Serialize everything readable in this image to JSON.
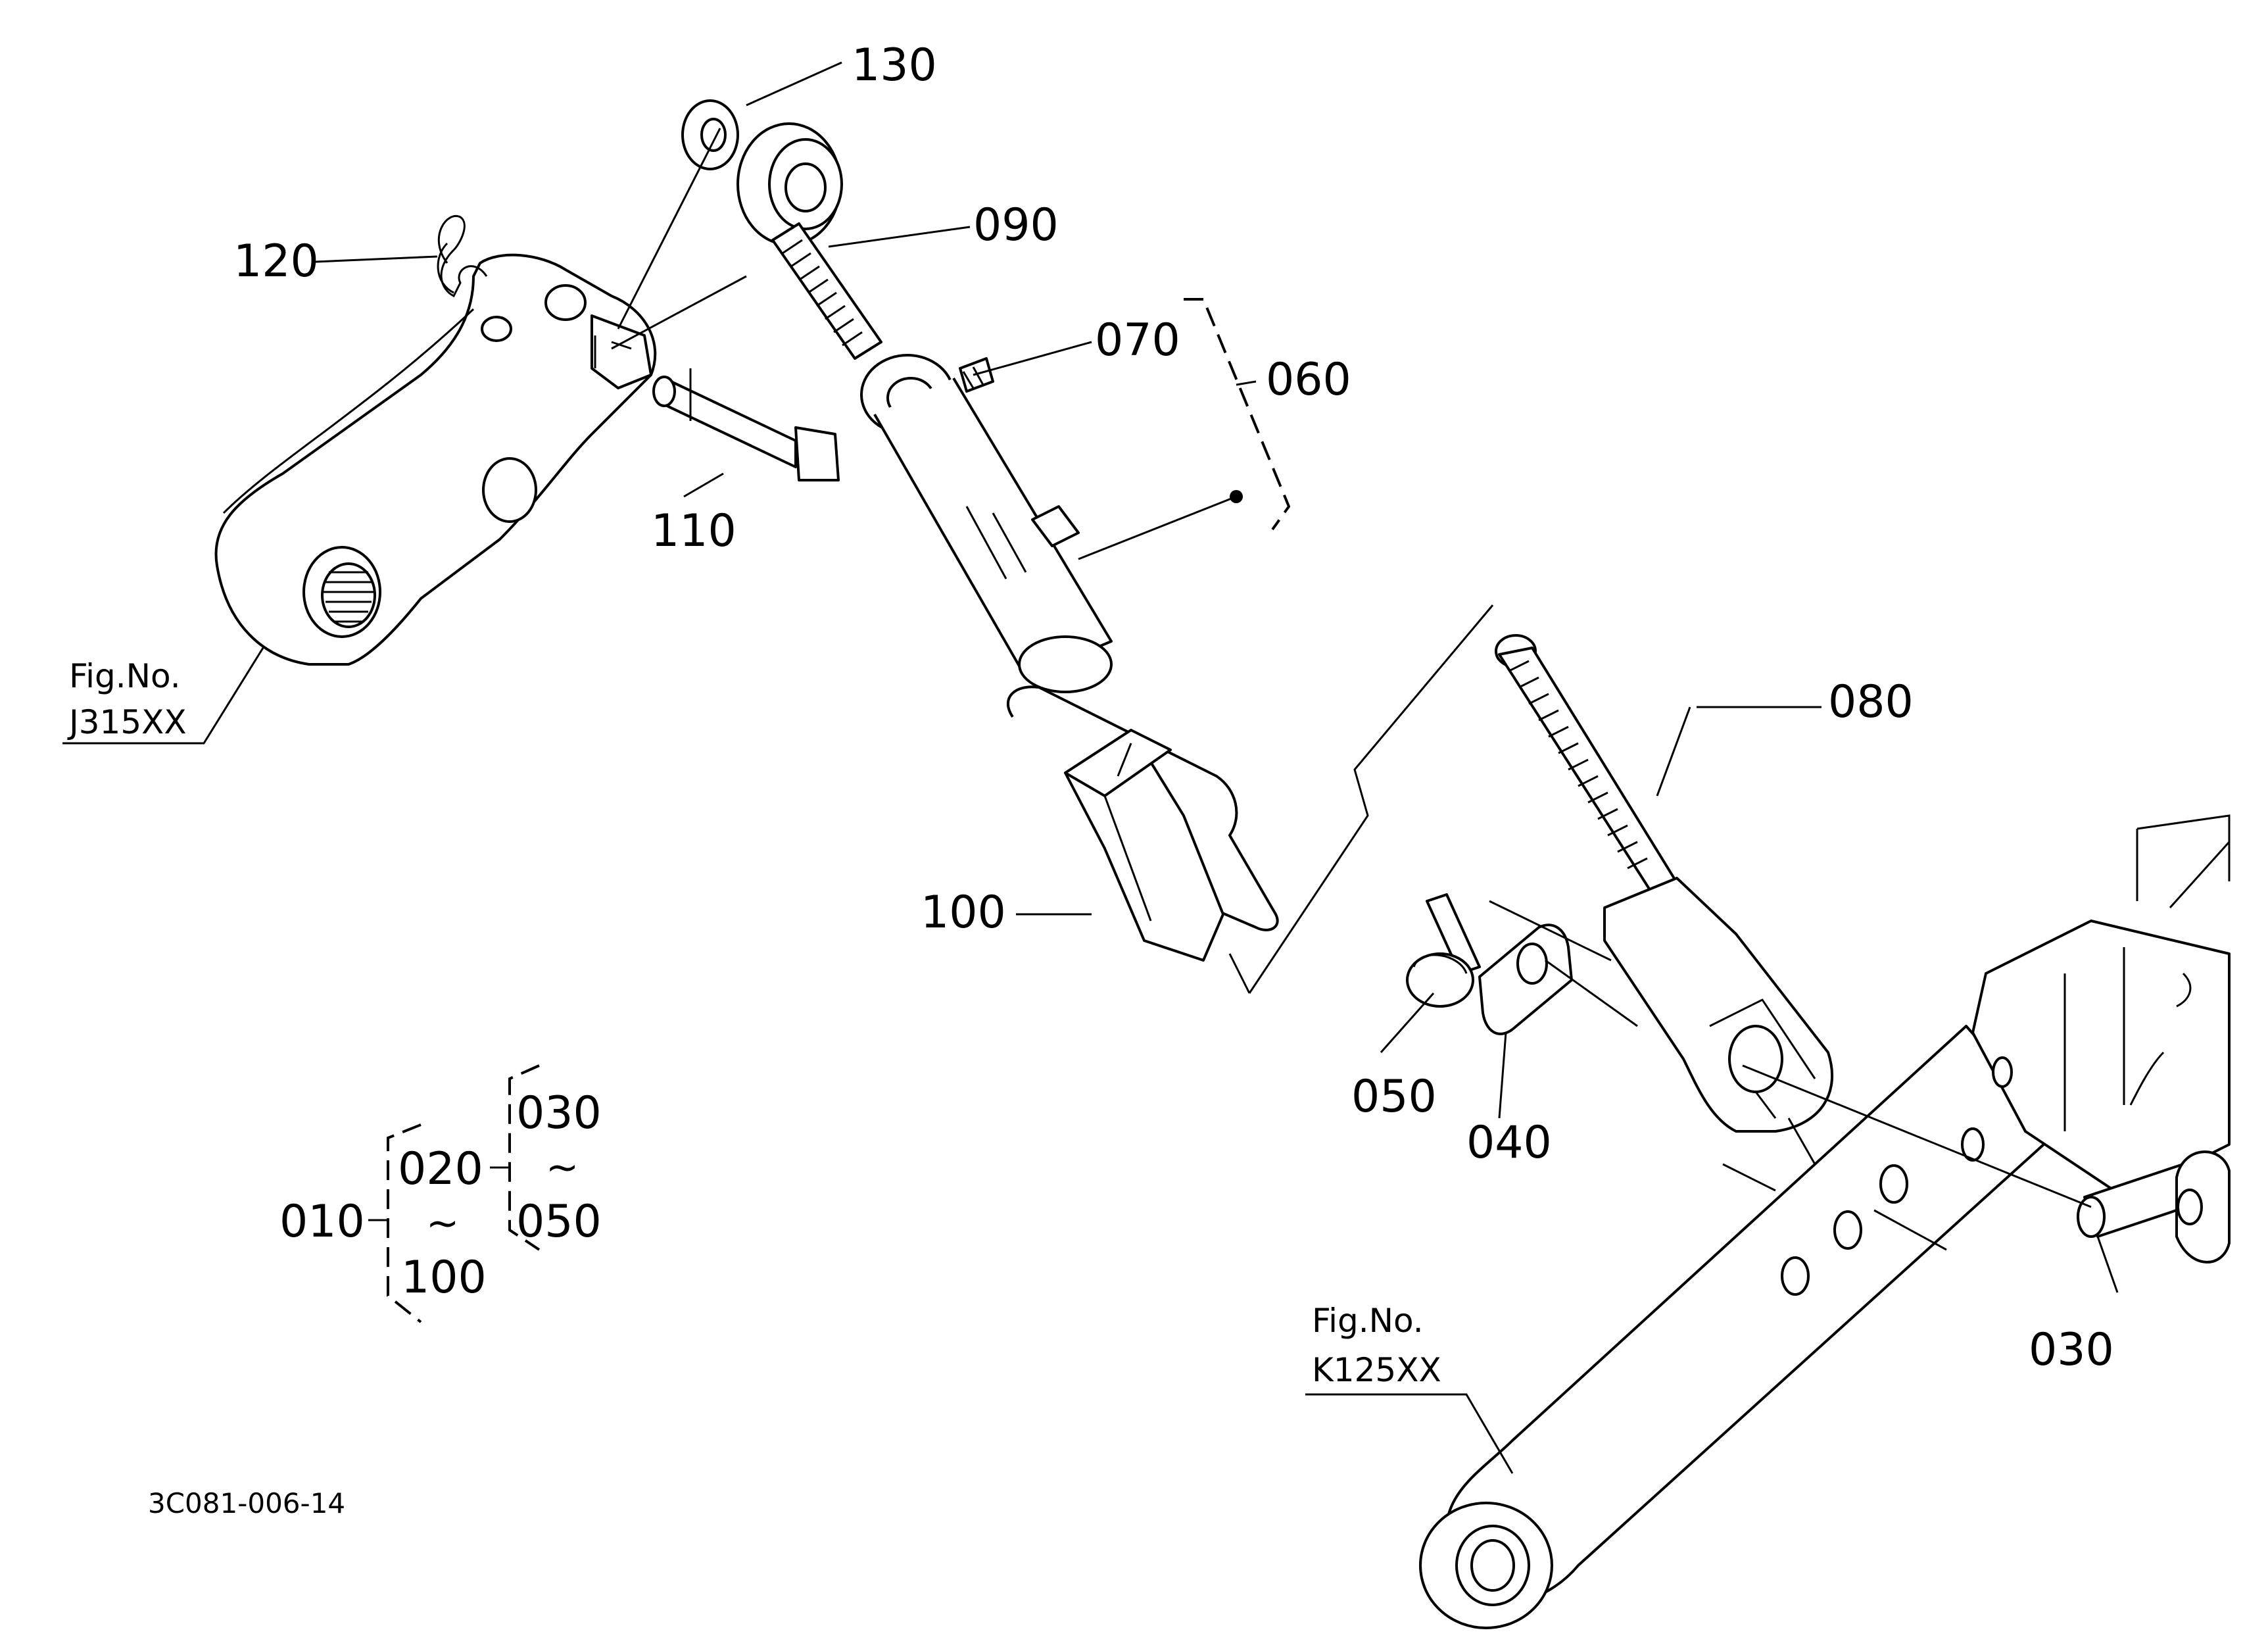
{
  "callouts": {
    "p010": "010",
    "p020": "020",
    "p030": "030",
    "p040": "040",
    "p050": "050",
    "p060": "060",
    "p070": "070",
    "p080": "080",
    "p090": "090",
    "p100": "100",
    "p110": "110",
    "p120": "120",
    "p130": "130"
  },
  "hierarchy": {
    "root": "010",
    "level1_top": "020",
    "level1_bottom": "100",
    "level2_top": "030",
    "level2_bottom": "050",
    "tilde": "~"
  },
  "references": {
    "left_fig_label": "Fig.No.",
    "left_fig_code": "J315XX",
    "right_fig_label": "Fig.No.",
    "right_fig_code": "K125XX"
  },
  "drawing_code": "3C081-006-14"
}
